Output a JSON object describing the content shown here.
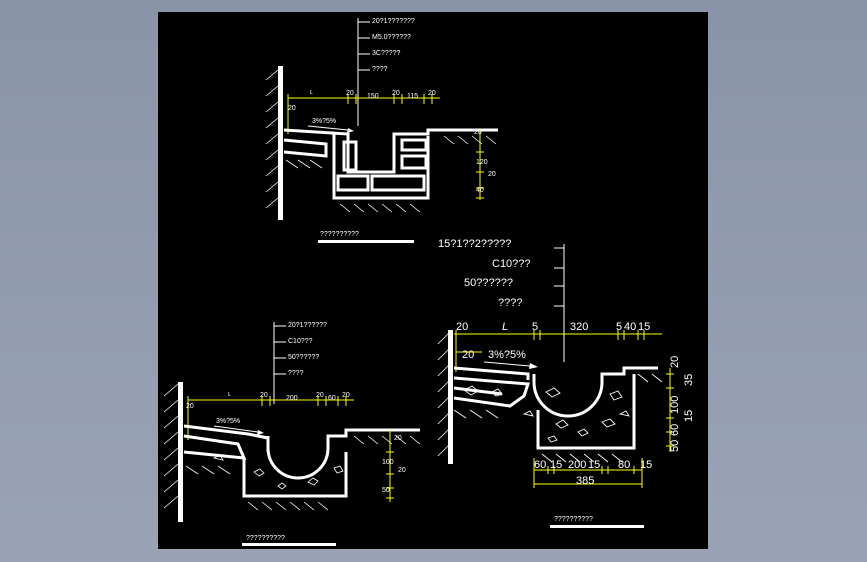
{
  "colors": {
    "background": "#000000",
    "line": "#ffffff",
    "dimension": "#ffff00",
    "desktop": "#949db0"
  },
  "drawing_a": {
    "layers": [
      "20?1???????",
      "M5.0??????",
      "3C?????",
      "????"
    ],
    "dims_top": [
      "20",
      "150",
      "20",
      "115",
      "20"
    ],
    "slope": "3%?5%",
    "dims_side": [
      "20",
      "120",
      "20",
      "40"
    ],
    "caption": "??????????"
  },
  "drawing_b": {
    "layers": [
      "20?1??????",
      "C10???",
      "50??????",
      "????"
    ],
    "dims_top": [
      "20",
      "20",
      "200",
      "20",
      "60",
      "20"
    ],
    "slope": "3%?5%",
    "dims_side": [
      "20",
      "100",
      "50",
      "20"
    ],
    "caption": "??????????"
  },
  "drawing_c": {
    "layers": [
      "15?1??2?????",
      "C10???",
      "50??????",
      "????"
    ],
    "dims_top": [
      "20",
      "L",
      "5",
      "320",
      "5",
      "40",
      "15"
    ],
    "dim_left": "20",
    "slope": "3%?5%",
    "dims_side": [
      "20",
      "35",
      "100",
      "15",
      "50",
      "60"
    ],
    "dims_bottom": [
      "60",
      "15",
      "200",
      "15",
      "80",
      "15"
    ],
    "total": "385",
    "caption": "??????????"
  }
}
